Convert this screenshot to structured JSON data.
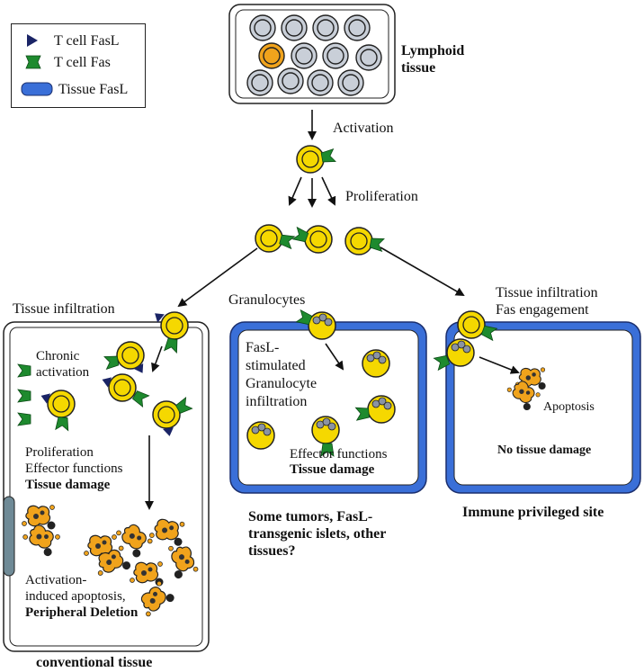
{
  "legend": {
    "t_cell_fasl": "T cell FasL",
    "t_cell_fas": "T cell Fas",
    "tissue_fasl": "Tissue FasL"
  },
  "lymphoid_tissue": "Lymphoid\ntissue",
  "steps": {
    "activation": "Activation",
    "proliferation": "Proliferation"
  },
  "left": {
    "heading": "Tissue infiltration",
    "chronic": "Chronic\nactivation",
    "effects": "Proliferation\nEffector functions",
    "damage": "Tissue damage",
    "aicd": "Activation-\ninduced apoptosis,",
    "deletion": "Peripheral Deletion",
    "caption": "conventional tissue"
  },
  "middle": {
    "heading": "Granulocytes",
    "stimulated": "FasL-\nstimulated\nGranulocyte\ninfiltration",
    "effects": "Effector functions",
    "damage": "Tissue damage",
    "caption": "Some tumors, FasL-\ntransgenic islets, other\ntissues?"
  },
  "right": {
    "heading": "Tissue infiltration\nFas engagement",
    "apoptosis": "Apoptosis",
    "no_damage": "No tissue damage",
    "caption": "Immune privileged site"
  },
  "colors": {
    "cell_yellow": "#f5d800",
    "cell_orange": "#f0a31c",
    "fas_green": "#1e8a2e",
    "fasl_navy": "#1a2466",
    "tissue_blue": "#3a6fd8",
    "lymph_gray": "#c9cfd8"
  }
}
